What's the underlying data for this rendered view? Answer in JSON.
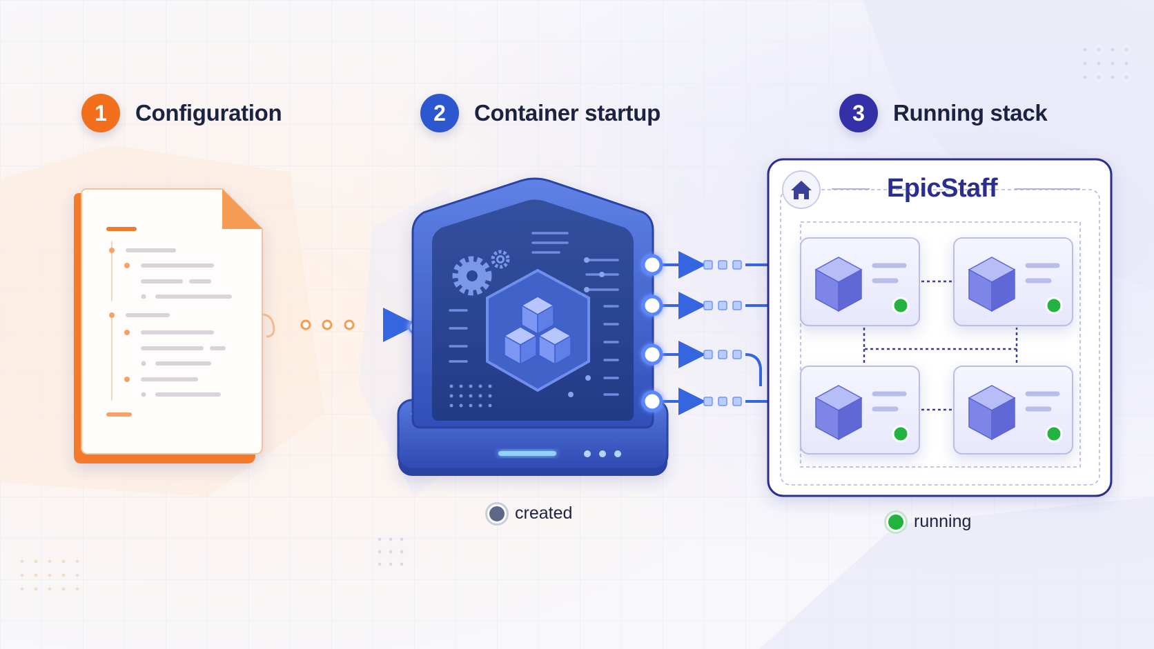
{
  "steps": [
    {
      "number": "1",
      "label": "Configuration"
    },
    {
      "number": "2",
      "label": "Container startup"
    },
    {
      "number": "3",
      "label": "Running stack"
    }
  ],
  "stack": {
    "brand": "EpicStaff"
  },
  "statuses": {
    "created": "created",
    "running": "running"
  },
  "icons": {
    "config": "document-icon",
    "container": "container-cube-icon",
    "settings": "gear-icon",
    "home": "home-icon",
    "service": "cube-icon"
  },
  "colors": {
    "orange": "#f26f1d",
    "blue": "#2d57cf",
    "indigo": "#3431a8",
    "green": "#22b33f",
    "navy": "#1c2340"
  }
}
